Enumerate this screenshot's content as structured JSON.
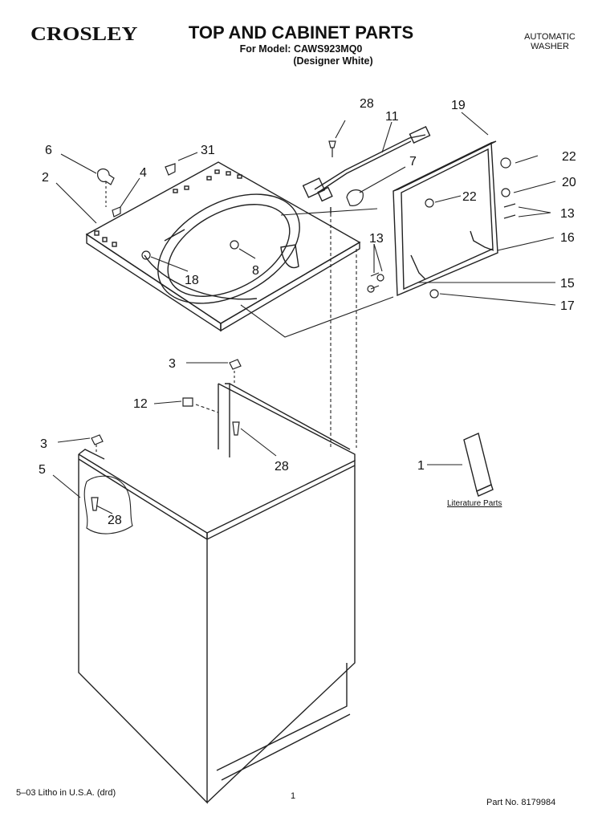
{
  "header": {
    "brand": "CROSLEY",
    "title": "TOP AND CABINET PARTS",
    "model_line": "For Model: CAWS923MQ0",
    "color_line": "(Designer White)",
    "product_line1": "AUTOMATIC",
    "product_line2": "WASHER"
  },
  "callouts": {
    "c28a": "28",
    "c11": "11",
    "c19": "19",
    "c6": "6",
    "c31": "31",
    "c22a": "22",
    "c2": "2",
    "c4": "4",
    "c7": "7",
    "c20": "20",
    "c22b": "22",
    "c13a": "13",
    "c13b": "13",
    "c16": "16",
    "c8": "8",
    "c18": "18",
    "c15": "15",
    "c17": "17",
    "c3a": "3",
    "c12": "12",
    "c28b": "28",
    "c3b": "3",
    "c5": "5",
    "c1": "1",
    "c28c": "28"
  },
  "literature_label": "Literature Parts",
  "footer": {
    "print_info": "5–03 Litho in U.S.A. (drd)",
    "page_number": "1",
    "part_number": "Part No. 8179984"
  }
}
